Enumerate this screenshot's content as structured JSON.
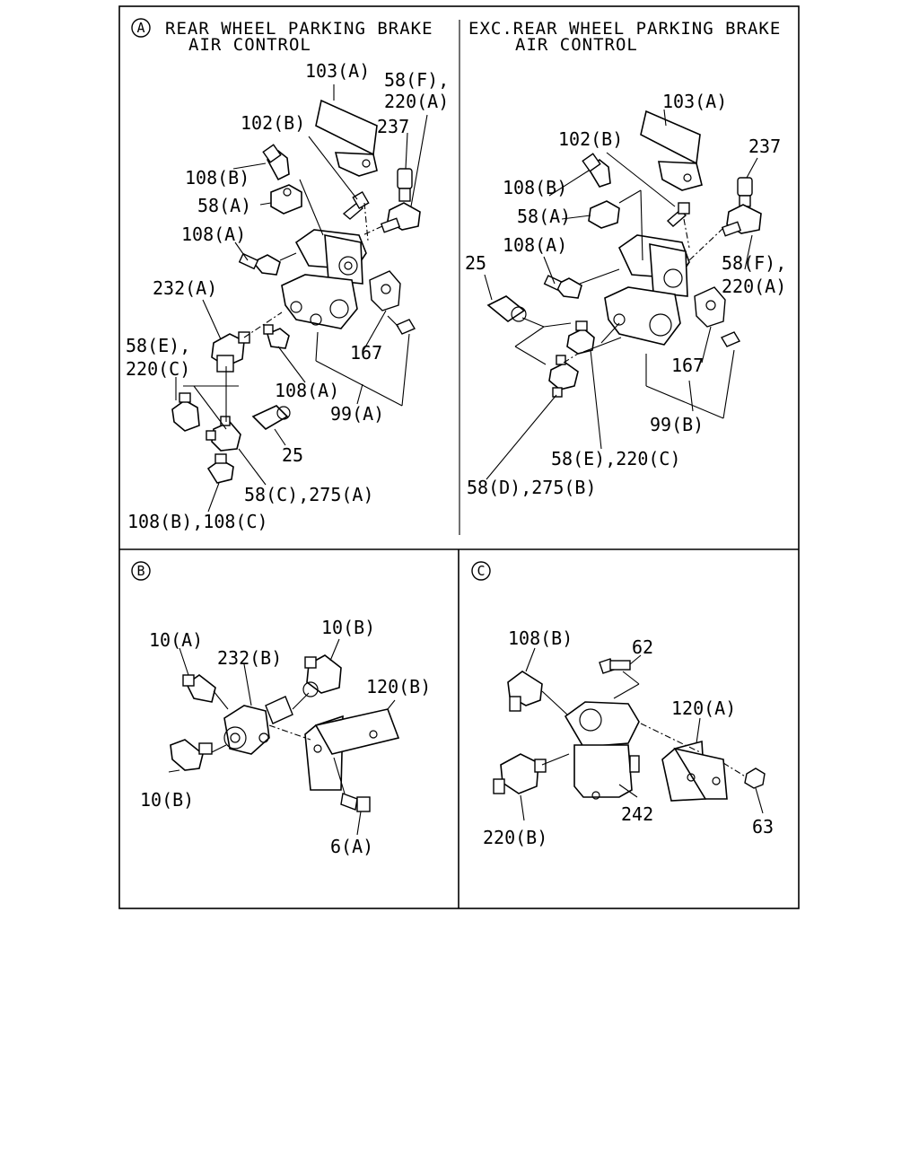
{
  "panels": {
    "a": {
      "marker": "A",
      "title_line1": "REAR WHEEL PARKING BRAKE",
      "title_line2": "AIR CONTROL",
      "labels": {
        "l_103a": "103(A)",
        "l_58f": "58(F),",
        "l_220a": "220(A)",
        "l_102b": "102(B)",
        "l_237": "237",
        "l_108b": "108(B)",
        "l_58a": "58(A)",
        "l_108a": "108(A)",
        "l_232a": "232(A)",
        "l_58e": "58(E),",
        "l_220c": "220(C)",
        "l_108a2": "108(A)",
        "l_167": "167",
        "l_99a": "99(A)",
        "l_25": "25",
        "l_58c": "58(C),275(A)",
        "l_108bc": "108(B),108(C)"
      }
    },
    "exc": {
      "title_line1": "EXC.REAR WHEEL PARKING BRAKE",
      "title_line2": "AIR CONTROL",
      "labels": {
        "l_103a": "103(A)",
        "l_237": "237",
        "l_102b": "102(B)",
        "l_108b": "108(B)",
        "l_58a": "58(A)",
        "l_25": "25",
        "l_108a": "108(A)",
        "l_58f": "58(F),",
        "l_220a": "220(A)",
        "l_167": "167",
        "l_99b": "99(B)",
        "l_58e": "58(E),220(C)",
        "l_58d": "58(D),275(B)"
      }
    },
    "b": {
      "marker": "B",
      "labels": {
        "l_10a": "10(A)",
        "l_10b_top": "10(B)",
        "l_232b": "232(B)",
        "l_120b": "120(B)",
        "l_10b_bot": "10(B)",
        "l_6a": "6(A)"
      }
    },
    "c": {
      "marker": "C",
      "labels": {
        "l_108b": "108(B)",
        "l_62": "62",
        "l_120a": "120(A)",
        "l_242": "242",
        "l_220b": "220(B)",
        "l_63": "63"
      }
    }
  }
}
